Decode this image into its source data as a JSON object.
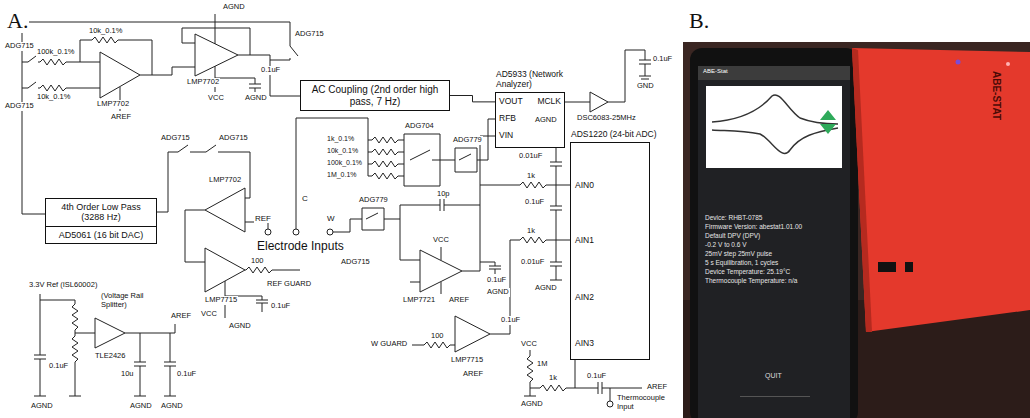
{
  "diagram": {
    "nodes": [
      {
        "text": [
          "AC Coupling (2nd order high pass, 7 Hz)"
        ]
      },
      {
        "text": [
          "AD5933 (Network Analyzer)",
          "VOUT",
          "RFB",
          "VIN",
          "MCLK"
        ]
      },
      {
        "text": [
          "ADS1220 (24-bit ADC)",
          "AIN0",
          "AIN1",
          "AIN2",
          "AIN3"
        ]
      },
      {
        "text": [
          "4th Order Low Pass (3288 Hz)"
        ]
      },
      {
        "text": [
          "AD5061 (16 bit DAC)"
        ]
      }
    ],
    "edges": [
      {
        "from": 1,
        "to": 0,
        "arrow": "none"
      }
    ],
    "labels": [
      "A.",
      "ADG715",
      "100k_0.1%",
      "10k_0.1%",
      "10k_0.1%",
      "ADG715",
      "LMP7702",
      "AREF",
      "LMP7702",
      "AGND",
      "VCC",
      "0.1uF",
      "AGND",
      "ADG715",
      "ADG715",
      "ADG715",
      "LMP7702",
      "LMP7715",
      "VCC",
      "0.1uF",
      "AGND",
      "REF",
      "C",
      "W",
      "Electrode Inputs",
      "REF GUARD",
      "100",
      "ADG715",
      "1k_0.1%",
      "10k_0.1%",
      "100k_0.1%",
      "1M_0.1%",
      "ADG704",
      "ADG779",
      "DSC6083-25MHz",
      "0.1uF",
      "GND",
      "ADG779",
      "10p",
      "VCC",
      "0.1uF",
      "AGND",
      "LMP7721",
      "AREF",
      "W GUARD",
      "100",
      "LMP7715",
      "AREF",
      "0.1uF",
      "AGND",
      "0.01uF",
      "1k",
      "0.1uF",
      "1k",
      "0.01uF",
      "AGND",
      "VCC",
      "1M",
      "0.1uF",
      "AREF",
      "1k",
      "AGND",
      "Thermocouple Input",
      "3.3V Ref (ISL60002)",
      "(Voltage Rail Splitter)",
      "TLE2426",
      "0.1uF",
      "10u",
      "0.1uF",
      "AREF",
      "AGND",
      "AGND",
      "AGND",
      "B.",
      "ABE-Stat",
      "Device: RHBT-0785",
      "Firmware Version: abestat1.01.00",
      "Default DPV (DPV)",
      "-0.2 V to 0.6 V",
      "25mV step 25mV pulse",
      "5 s Equilibration, 1 cycles",
      "Device Temperature: 25.19°C",
      "Thermocouple Temperature: n/a",
      "QUIT",
      "ABE-STAT"
    ]
  }
}
